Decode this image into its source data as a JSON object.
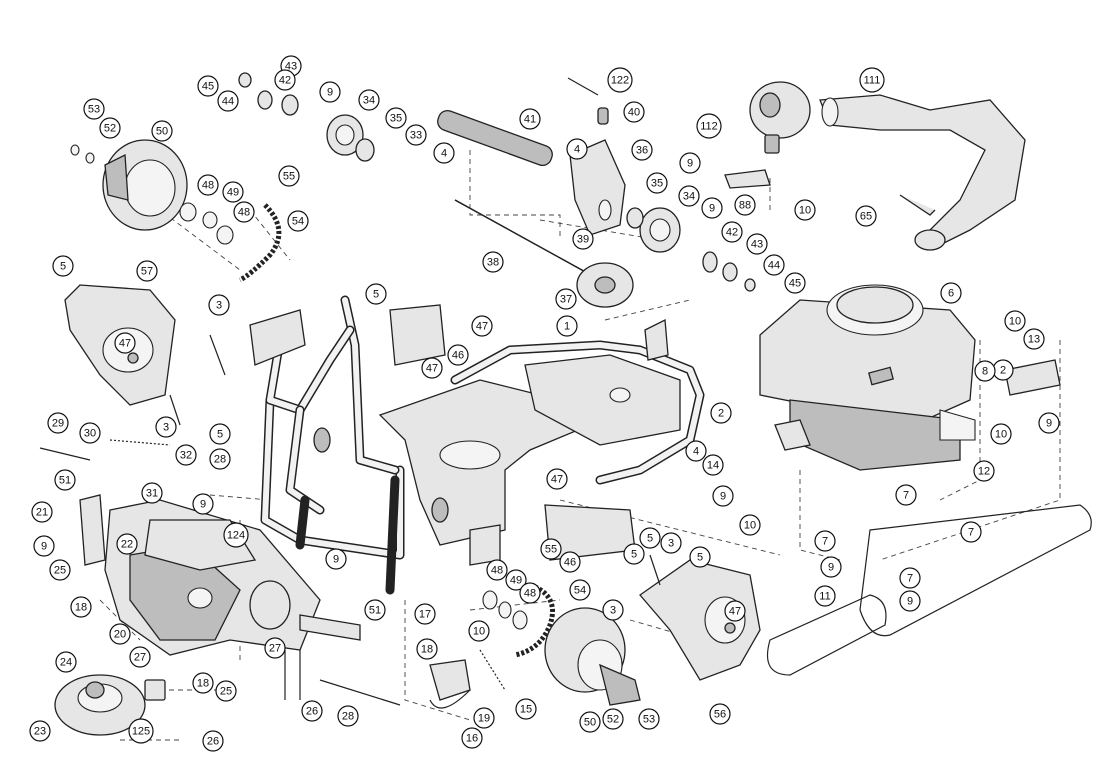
{
  "diagram": {
    "callouts": [
      {
        "id": "c-122",
        "label": "122"
      },
      {
        "id": "c-111",
        "label": "111"
      },
      {
        "id": "c-45a",
        "label": "45"
      },
      {
        "id": "c-44a",
        "label": "44"
      },
      {
        "id": "c-43a",
        "label": "43"
      },
      {
        "id": "c-42a",
        "label": "42"
      },
      {
        "id": "c-9a",
        "label": "9"
      },
      {
        "id": "c-34a",
        "label": "34"
      },
      {
        "id": "c-41",
        "label": "41"
      },
      {
        "id": "c-40",
        "label": "40"
      },
      {
        "id": "c-112",
        "label": "112"
      },
      {
        "id": "c-53a",
        "label": "53"
      },
      {
        "id": "c-52a",
        "label": "52"
      },
      {
        "id": "c-50a",
        "label": "50"
      },
      {
        "id": "c-35a",
        "label": "35"
      },
      {
        "id": "c-33",
        "label": "33"
      },
      {
        "id": "c-4a",
        "label": "4"
      },
      {
        "id": "c-4b",
        "label": "4"
      },
      {
        "id": "c-36",
        "label": "36"
      },
      {
        "id": "c-9b",
        "label": "9"
      },
      {
        "id": "c-48a",
        "label": "48"
      },
      {
        "id": "c-49a",
        "label": "49"
      },
      {
        "id": "c-55a",
        "label": "55"
      },
      {
        "id": "c-48b",
        "label": "48"
      },
      {
        "id": "c-54a",
        "label": "54"
      },
      {
        "id": "c-35b",
        "label": "35"
      },
      {
        "id": "c-34b",
        "label": "34"
      },
      {
        "id": "c-9c",
        "label": "9"
      },
      {
        "id": "c-88",
        "label": "88"
      },
      {
        "id": "c-10a",
        "label": "10"
      },
      {
        "id": "c-65",
        "label": "65"
      },
      {
        "id": "c-39",
        "label": "39"
      },
      {
        "id": "c-38",
        "label": "38"
      },
      {
        "id": "c-42b",
        "label": "42"
      },
      {
        "id": "c-43b",
        "label": "43"
      },
      {
        "id": "c-44b",
        "label": "44"
      },
      {
        "id": "c-45b",
        "label": "45"
      },
      {
        "id": "c-5a",
        "label": "5"
      },
      {
        "id": "c-57",
        "label": "57"
      },
      {
        "id": "c-37",
        "label": "37"
      },
      {
        "id": "c-6",
        "label": "6"
      },
      {
        "id": "c-3a",
        "label": "3"
      },
      {
        "id": "c-5b",
        "label": "5"
      },
      {
        "id": "c-47a",
        "label": "47"
      },
      {
        "id": "c-10b",
        "label": "10"
      },
      {
        "id": "c-1",
        "label": "1"
      },
      {
        "id": "c-47b",
        "label": "47"
      },
      {
        "id": "c-46a",
        "label": "46"
      },
      {
        "id": "c-47c",
        "label": "47"
      },
      {
        "id": "c-13",
        "label": "13"
      },
      {
        "id": "c-2a",
        "label": "2"
      },
      {
        "id": "c-8",
        "label": "8"
      },
      {
        "id": "c-3b",
        "label": "3"
      },
      {
        "id": "c-5c",
        "label": "5"
      },
      {
        "id": "c-10c",
        "label": "10"
      },
      {
        "id": "c-9d",
        "label": "9"
      },
      {
        "id": "c-2b",
        "label": "2"
      },
      {
        "id": "c-29",
        "label": "29"
      },
      {
        "id": "c-30",
        "label": "30"
      },
      {
        "id": "c-32",
        "label": "32"
      },
      {
        "id": "c-4c",
        "label": "4"
      },
      {
        "id": "c-14",
        "label": "14"
      },
      {
        "id": "c-28a",
        "label": "28"
      },
      {
        "id": "c-51a",
        "label": "51"
      },
      {
        "id": "c-31",
        "label": "31"
      },
      {
        "id": "c-9e",
        "label": "9"
      },
      {
        "id": "c-12",
        "label": "12"
      },
      {
        "id": "c-21",
        "label": "21"
      },
      {
        "id": "c-124",
        "label": "124"
      },
      {
        "id": "c-7a",
        "label": "7"
      },
      {
        "id": "c-9f",
        "label": "9"
      },
      {
        "id": "c-47d",
        "label": "47"
      },
      {
        "id": "c-9g",
        "label": "9"
      },
      {
        "id": "c-10d",
        "label": "10"
      },
      {
        "id": "c-7b",
        "label": "7"
      },
      {
        "id": "c-22",
        "label": "22"
      },
      {
        "id": "c-5d",
        "label": "5"
      },
      {
        "id": "c-3c",
        "label": "3"
      },
      {
        "id": "c-46b",
        "label": "46"
      },
      {
        "id": "c-55b",
        "label": "55"
      },
      {
        "id": "c-7c",
        "label": "7"
      },
      {
        "id": "c-9h",
        "label": "9"
      },
      {
        "id": "c-25a",
        "label": "25"
      },
      {
        "id": "c-9i",
        "label": "9"
      },
      {
        "id": "c-48c",
        "label": "48"
      },
      {
        "id": "c-5e",
        "label": "5"
      },
      {
        "id": "c-5f",
        "label": "5"
      },
      {
        "id": "c-7d",
        "label": "7"
      },
      {
        "id": "c-18a",
        "label": "18"
      },
      {
        "id": "c-49b",
        "label": "49"
      },
      {
        "id": "c-48d",
        "label": "48"
      },
      {
        "id": "c-54b",
        "label": "54"
      },
      {
        "id": "c-3d",
        "label": "3"
      },
      {
        "id": "c-9j",
        "label": "9"
      },
      {
        "id": "c-11",
        "label": "11"
      },
      {
        "id": "c-20",
        "label": "20"
      },
      {
        "id": "c-51b",
        "label": "51"
      },
      {
        "id": "c-17",
        "label": "17"
      },
      {
        "id": "c-47e",
        "label": "47"
      },
      {
        "id": "c-18b",
        "label": "18"
      },
      {
        "id": "c-10e",
        "label": "10"
      },
      {
        "id": "c-27a",
        "label": "27"
      },
      {
        "id": "c-27b",
        "label": "27"
      },
      {
        "id": "c-24",
        "label": "24"
      },
      {
        "id": "c-18c",
        "label": "18"
      },
      {
        "id": "c-25b",
        "label": "25"
      },
      {
        "id": "c-26a",
        "label": "26"
      },
      {
        "id": "c-15",
        "label": "15"
      },
      {
        "id": "c-19",
        "label": "19"
      },
      {
        "id": "c-52b",
        "label": "52"
      },
      {
        "id": "c-53b",
        "label": "53"
      },
      {
        "id": "c-56",
        "label": "56"
      },
      {
        "id": "c-50b",
        "label": "50"
      },
      {
        "id": "c-28b",
        "label": "28"
      },
      {
        "id": "c-23",
        "label": "23"
      },
      {
        "id": "c-125",
        "label": "125"
      },
      {
        "id": "c-26b",
        "label": "26"
      },
      {
        "id": "c-16",
        "label": "16"
      }
    ]
  }
}
